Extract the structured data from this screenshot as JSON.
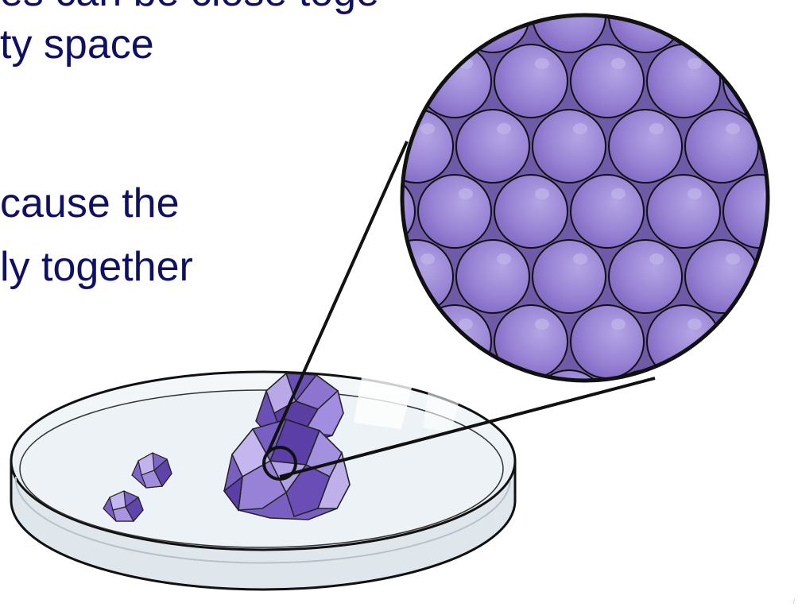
{
  "slide": {
    "text_lines": [
      "es can be close toge",
      "ty space",
      "cause the",
      "ly together"
    ]
  },
  "figure": {
    "colors": {
      "text": "#0f0f66",
      "sphere_light": "#a592dc",
      "sphere_dark": "#8a73c8",
      "sphere_background": "#6f5aa8",
      "crystal_dark": "#5b3ea6",
      "crystal_light": "#c7b9ec",
      "dish_fill": "#e9eff3",
      "outline": "#111111"
    },
    "icons": {
      "magnified_view": "sphere-lattice-icon",
      "crystal": "crystal-icon",
      "dish": "petri-dish-icon"
    }
  },
  "page_mark": "/"
}
